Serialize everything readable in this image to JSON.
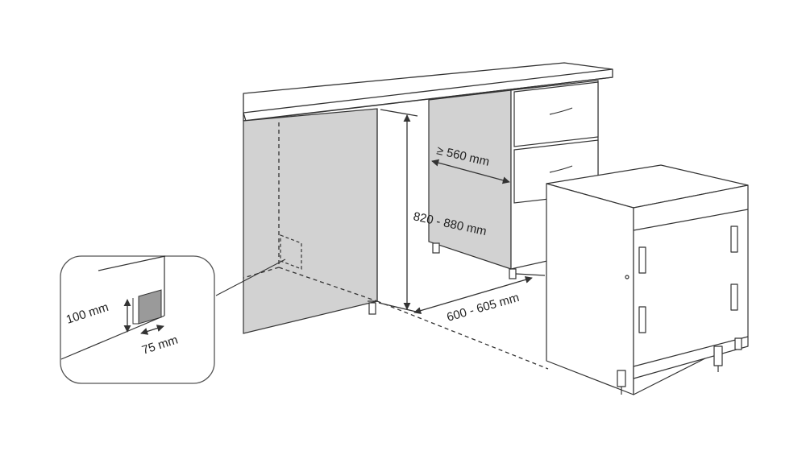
{
  "labels": {
    "width_min": "≥ 560 mm",
    "height_range": "820 - 880 mm",
    "depth_range": "600 - 605 mm",
    "opening_height": "100 mm",
    "opening_width": "75 mm"
  },
  "colors": {
    "line": "#333333",
    "panel_fill": "#d2d2d2",
    "opening_fill": "#9a9a9a",
    "background": "#ffffff"
  }
}
